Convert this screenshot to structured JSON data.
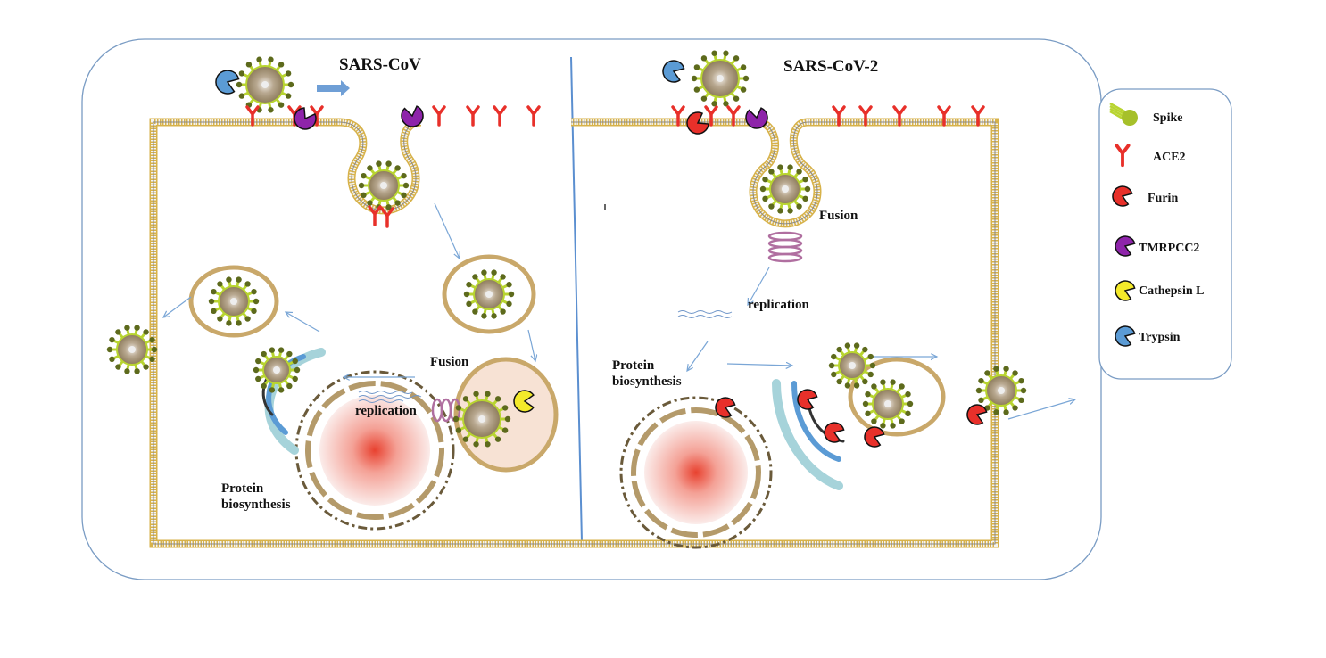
{
  "panels": {
    "left": {
      "title": "SARS-CoV",
      "fusion": "Fusion",
      "replication": "replication",
      "protein": [
        "Protein",
        "biosynthesis"
      ]
    },
    "right": {
      "title": "SARS-CoV-2",
      "fusion": "Fusion",
      "replication": "replication",
      "protein": [
        "Protein",
        "biosynthesis"
      ]
    }
  },
  "legend": {
    "items": [
      {
        "label": "Spike",
        "icon": "spike-icon",
        "color": "#b8d430"
      },
      {
        "label": "ACE2",
        "icon": "ace2-receptor-icon",
        "color": "#e8302a"
      },
      {
        "label": "Furin",
        "icon": "furin-enzyme-icon",
        "color": "#e8302a"
      },
      {
        "label": "TMRPCC2",
        "icon": "tmprss2-enzyme-icon",
        "color": "#8e24aa"
      },
      {
        "label": "Cathepsin L",
        "icon": "cathepsin-l-enzyme-icon",
        "color": "#f4ea2a"
      },
      {
        "label": "Trypsin",
        "icon": "trypsin-enzyme-icon",
        "color": "#5b9bd5"
      }
    ]
  },
  "colors": {
    "outline": "#7a9cc4",
    "membrane": "#d7b24a",
    "divider": "#5b8fd0",
    "nucleus": "#e8412f"
  }
}
